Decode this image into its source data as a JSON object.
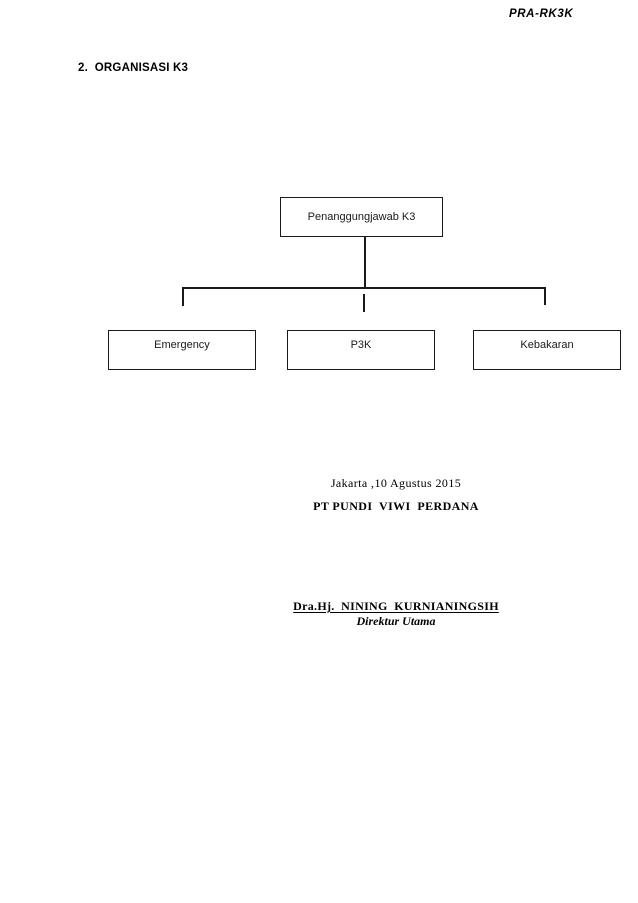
{
  "header": {
    "tag": "PRA-RK3K"
  },
  "section": {
    "heading": "2.  ORGANISASI K3"
  },
  "org_chart": {
    "root_label": "Penanggungjawab K3",
    "children": [
      {
        "label": "Emergency"
      },
      {
        "label": "P3K"
      },
      {
        "label": "Kebakaran"
      }
    ]
  },
  "closing": {
    "place_date": "Jakarta ,10 Agustus 2015",
    "company": "PT PUNDI  VIWI  PERDANA",
    "signatory_name": "Dra.Hj.  NINING  KURNIANINGSIH",
    "signatory_title": "Direktur Utama"
  },
  "colors": {
    "text": "#000000",
    "line": "#1a1a1a",
    "background": "#ffffff"
  }
}
